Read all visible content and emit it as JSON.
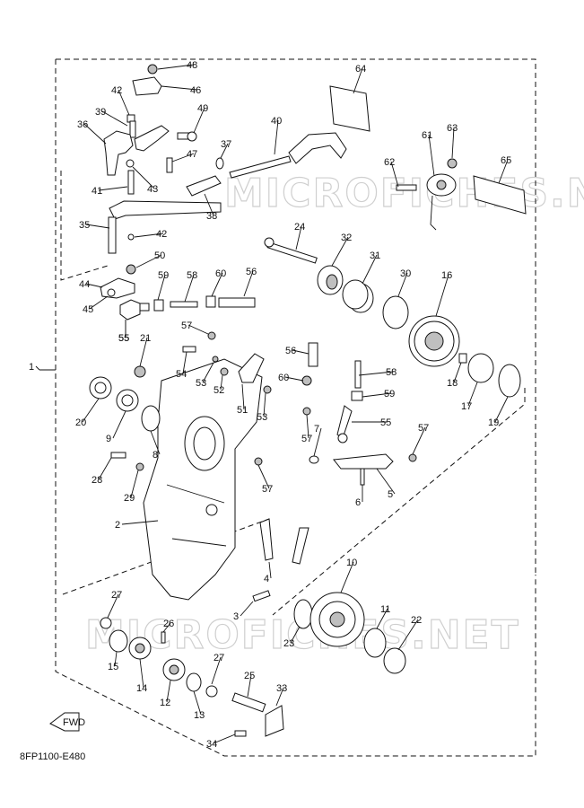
{
  "diagram": {
    "drawing_code": "8FP1100-E480",
    "fwd_label": "FWD",
    "watermark": "MICROFICHES.NET",
    "callouts": [
      "1",
      "2",
      "3",
      "4",
      "5",
      "6",
      "7",
      "8",
      "9",
      "10",
      "11",
      "12",
      "13",
      "14",
      "15",
      "16",
      "17",
      "18",
      "19",
      "20",
      "21",
      "22",
      "23",
      "24",
      "25",
      "26",
      "27",
      "28",
      "29",
      "30",
      "31",
      "32",
      "33",
      "34",
      "35",
      "36",
      "37",
      "38",
      "39",
      "40",
      "41",
      "42",
      "43",
      "44",
      "45",
      "46",
      "47",
      "48",
      "49",
      "50",
      "51",
      "52",
      "53",
      "54",
      "55",
      "56",
      "57",
      "58",
      "59",
      "60",
      "61",
      "62",
      "63",
      "64",
      "65"
    ]
  }
}
